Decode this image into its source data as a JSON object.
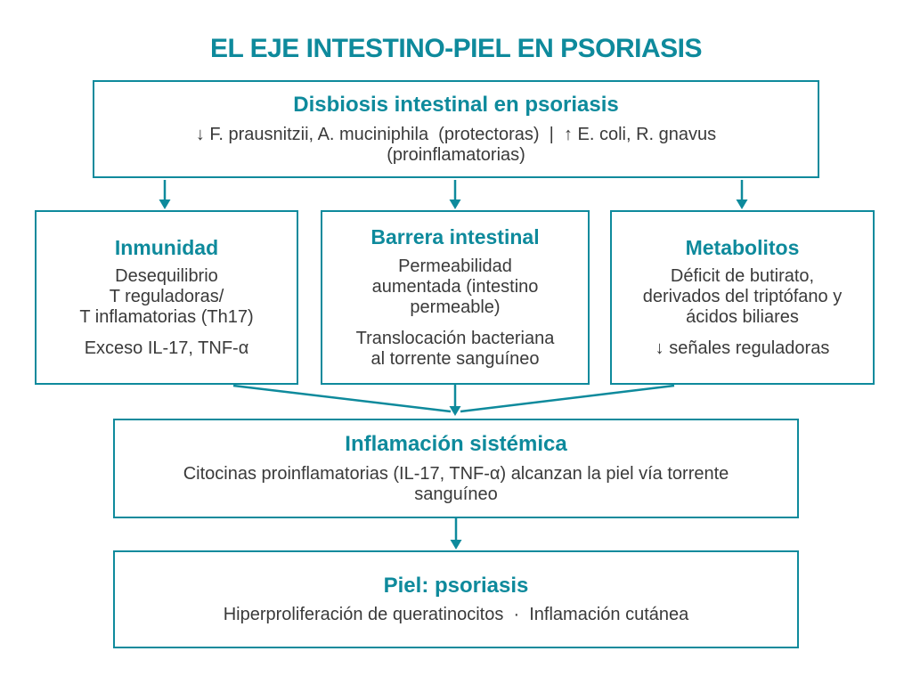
{
  "colors": {
    "accent": "#0E8A9C",
    "body_text": "#3A3A3A",
    "background": "#FFFFFF"
  },
  "title": "EL EJE INTESTINO-PIEL EN PSORIASIS",
  "diagram": {
    "dysbiosis": {
      "heading": "Disbiosis intestinal en psoriasis",
      "body": "↓ F. prausnitzii, A. muciniphila  (protectoras)  |  ↑ E. coli, R. gnavus\n(proinflamatorias)"
    },
    "branches": [
      {
        "heading": "Inmunidad",
        "para1": "Desequilibrio\nT reguladoras/\nT inflamatorias (Th17)",
        "para2": "Exceso IL-17, TNF-α"
      },
      {
        "heading": "Barrera intestinal",
        "para1": "Permeabilidad\naumentada (intestino\npermeable)",
        "para2": "Translocación bacteriana\nal torrente sanguíneo"
      },
      {
        "heading": "Metabolitos",
        "para1": "Déficit de butirato,\nderivados del triptófano y\nácidos biliares",
        "para2": "↓ señales reguladoras"
      }
    ],
    "systemic": {
      "heading": "Inflamación sistémica",
      "body": "Citocinas proinflamatorias (IL-17, TNF-α) alcanzan la piel vía torrente\nsanguíneo"
    },
    "skin": {
      "heading": "Piel: psoriasis",
      "body": "Hiperproliferación de queratinocitos  ·  Inflamación cutánea"
    }
  }
}
